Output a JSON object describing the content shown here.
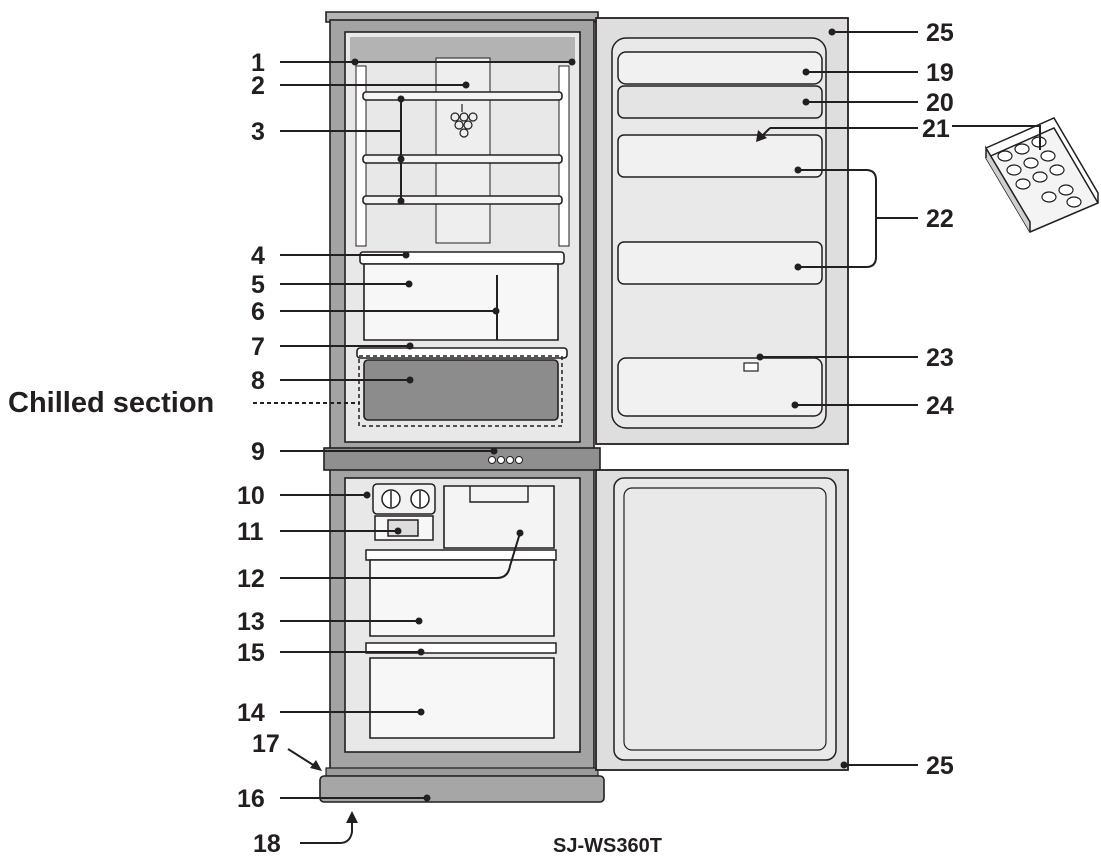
{
  "model": "SJ-WS360T",
  "chilled_label": "Chilled section",
  "callouts": {
    "c1": "1",
    "c2": "2",
    "c3": "3",
    "c4": "4",
    "c5": "5",
    "c6": "6",
    "c7": "7",
    "c8": "8",
    "c9": "9",
    "c10": "10",
    "c11": "11",
    "c12": "12",
    "c13": "13",
    "c14": "14",
    "c15": "15",
    "c16": "16",
    "c17": "17",
    "c18": "18",
    "c19": "19",
    "c20": "20",
    "c21": "21",
    "c22": "22",
    "c23": "23",
    "c24": "24",
    "c25_top": "25",
    "c25_bottom": "25"
  },
  "colors": {
    "cabinet_outer": "#a3a3a3",
    "cabinet_inner": "#e4e4e4",
    "door": "#dedede",
    "shelf": "#f2f2f2",
    "chilled_bin": "#8c8c8c",
    "line": "#231f20"
  }
}
